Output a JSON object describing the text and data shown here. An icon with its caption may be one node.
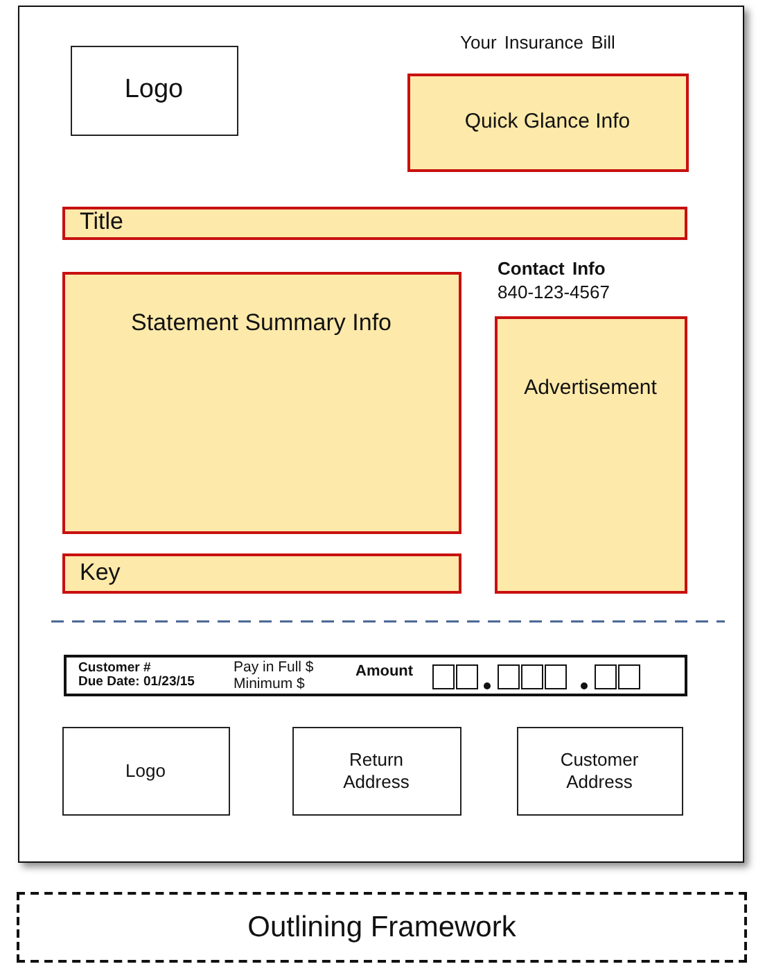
{
  "diagram": {
    "nodes": [
      {
        "text": [],
        "shape": "box"
      },
      {
        "text": [
          "Logo"
        ],
        "in": 0
      },
      {
        "text": [
          "Quick Glance Info"
        ],
        "in": 0
      },
      {
        "text": [
          "Title"
        ],
        "in": 0
      },
      {
        "text": [
          "Statement Summary Info"
        ],
        "in": 0
      },
      {
        "text": [
          "Advertisement"
        ],
        "in": 0
      },
      {
        "text": [
          "Key"
        ],
        "in": 0
      },
      {
        "text": [
          "Customer #",
          "Due Date: 01/23/15",
          "Pay in Full $",
          "Minimum $",
          "Amount"
        ],
        "in": 0
      },
      {
        "text": [],
        "shape": "box",
        "in": 7
      },
      {
        "text": [],
        "shape": "box",
        "in": 7
      },
      {
        "text": [],
        "shape": "box",
        "in": 7
      },
      {
        "text": [],
        "shape": "box",
        "in": 7
      },
      {
        "text": [],
        "shape": "box",
        "in": 7
      },
      {
        "text": [],
        "shape": "box",
        "in": 7
      },
      {
        "text": [],
        "shape": "box",
        "in": 7
      },
      {
        "text": [
          "Logo"
        ],
        "in": 0
      },
      {
        "text": [
          "Return Address"
        ],
        "in": 0
      },
      {
        "text": [
          "Customer Address"
        ],
        "in": 0
      },
      {
        "text": [
          "Outlining Framework"
        ]
      }
    ],
    "labels": [
      "Your Insurance Bill",
      "Contact Info",
      "840-123-4567"
    ]
  }
}
